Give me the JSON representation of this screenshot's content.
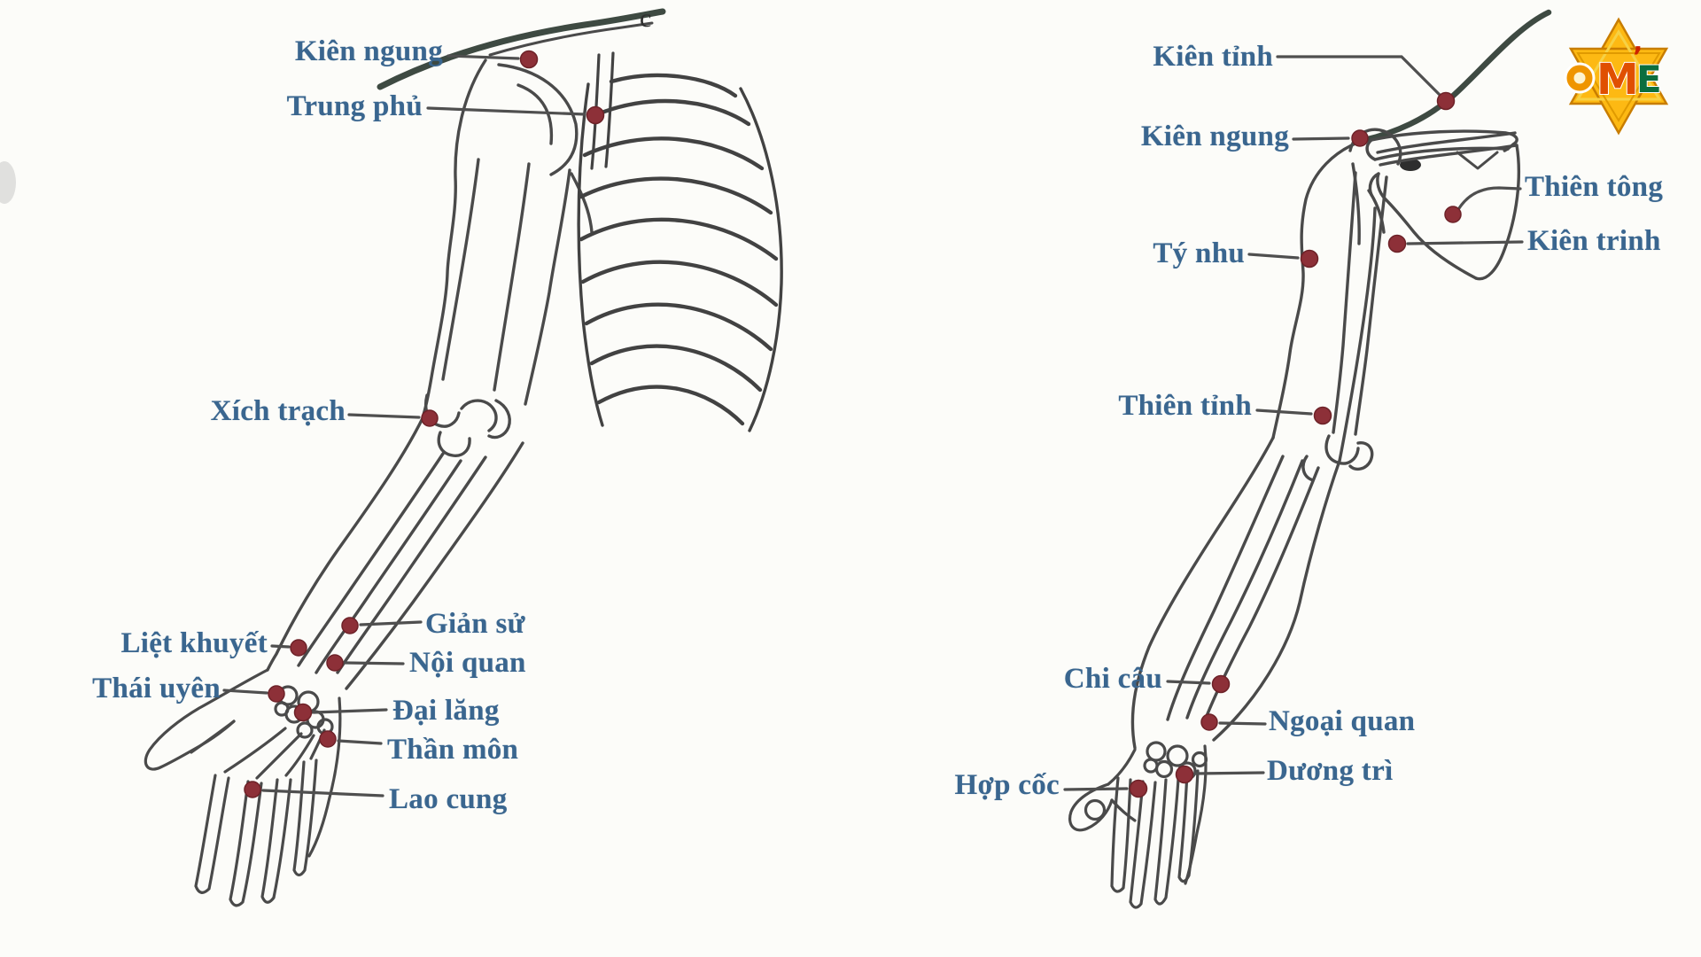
{
  "page": {
    "background": "#fcfcf9"
  },
  "colors": {
    "label_text": "#3a668f",
    "leader_line": "#4f4f4f",
    "acupoint_dot": "#8d3038",
    "drawing_stroke": "#4a4a4a",
    "trapezius_stroke": "#3e4a42",
    "logo_gold": "#fdb913",
    "logo_gold_dark": "#c87d00",
    "logo_o": "#ef9500",
    "logo_m": "#e04f00",
    "logo_e": "#0b6e3e"
  },
  "left_diagram": {
    "name": "arm-anterior-view-acupoints",
    "stray_mark": "c",
    "labels": [
      {
        "id": "kien-ngung-left",
        "text": "Kiên ngung"
      },
      {
        "id": "trung-phu",
        "text": "Trung phủ"
      },
      {
        "id": "xich-trach",
        "text": "Xích trạch"
      },
      {
        "id": "gian-su",
        "text": "Giản sử"
      },
      {
        "id": "liet-khuyet",
        "text": "Liệt khuyết"
      },
      {
        "id": "noi-quan",
        "text": "Nội quan"
      },
      {
        "id": "thai-uyen",
        "text": "Thái uyên"
      },
      {
        "id": "dai-lang",
        "text": "Đại lăng"
      },
      {
        "id": "than-mon",
        "text": "Thần môn"
      },
      {
        "id": "lao-cung",
        "text": "Lao cung"
      }
    ]
  },
  "right_diagram": {
    "name": "arm-posterior-view-acupoints",
    "labels": [
      {
        "id": "kien-tinh",
        "text": "Kiên tỉnh"
      },
      {
        "id": "kien-ngung-right",
        "text": "Kiên ngung"
      },
      {
        "id": "thien-tong",
        "text": "Thiên tông"
      },
      {
        "id": "kien-trinh",
        "text": "Kiên trinh"
      },
      {
        "id": "ty-nhu",
        "text": "Tý nhu"
      },
      {
        "id": "thien-tinh",
        "text": "Thiên tỉnh"
      },
      {
        "id": "chi-cau",
        "text": "Chi câu"
      },
      {
        "id": "ngoai-quan",
        "text": "Ngoại quan"
      },
      {
        "id": "duong-tri",
        "text": "Dương trì"
      },
      {
        "id": "hop-coc",
        "text": "Hợp cốc"
      }
    ]
  },
  "logo": {
    "o": "O",
    "m": "M",
    "apostrophe": "’",
    "e": "E"
  }
}
